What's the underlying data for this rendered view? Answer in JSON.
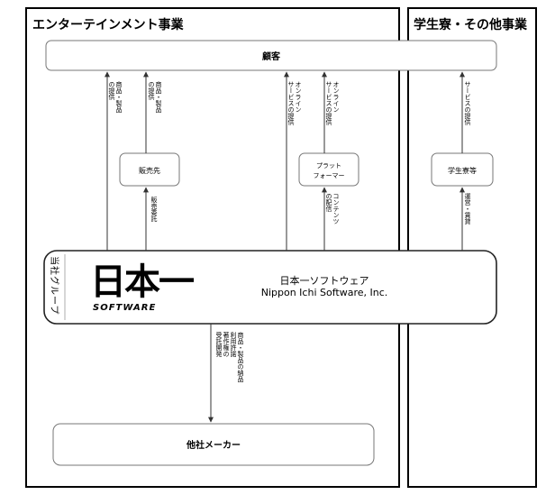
{
  "panels": {
    "entertainment": "エンターテインメント事業",
    "other": "学生寮・その他事業"
  },
  "nodes": {
    "customers": "顧客",
    "distributors": "販売先",
    "platformers": "プラットフォーマー",
    "dorm": "学生寮等",
    "other_companies": "他社メーカー",
    "group_label": "当社グループ",
    "company_jp": "日本一ソフトウェア",
    "company_en": "Nippon Ichi Software, Inc."
  },
  "logo": {
    "mark": "日本一",
    "wordmark": "SOFTWARE"
  },
  "edges": {
    "products_1": "商品・製品の提供",
    "products_2": "商品・製品の提供",
    "sales_consign": "販売委託",
    "online_1": "オンラインサービスの提供",
    "online_2": "オンラインサービスの提供",
    "content": "コンテンツの配信",
    "service": "サービスの提供",
    "operation": "運営・賃貸",
    "licensing_left": "著作権の利用許諾",
    "licensing_left2": "受託開発",
    "licensing_right": "商品・製品の納品"
  },
  "colors": {
    "panel_border": "#000000",
    "box_border": "#777777",
    "arrow": "#333333"
  }
}
